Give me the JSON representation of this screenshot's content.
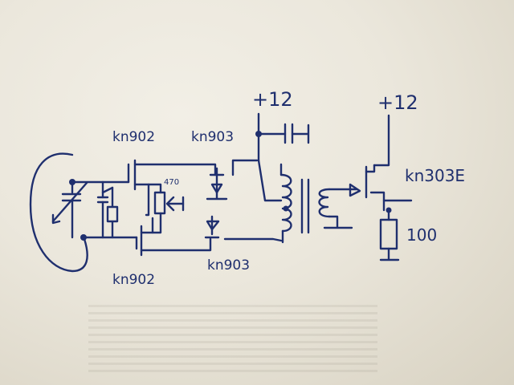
{
  "schematic": {
    "labels": {
      "q1_top": "kn902",
      "q2_top": "kn903",
      "q1_bottom": "kn902",
      "q2_bottom": "kn903",
      "supply_left": "+12",
      "supply_right": "+12",
      "output_transistor": "kn303E",
      "pot_value": "470",
      "load_resistor": "100"
    }
  }
}
